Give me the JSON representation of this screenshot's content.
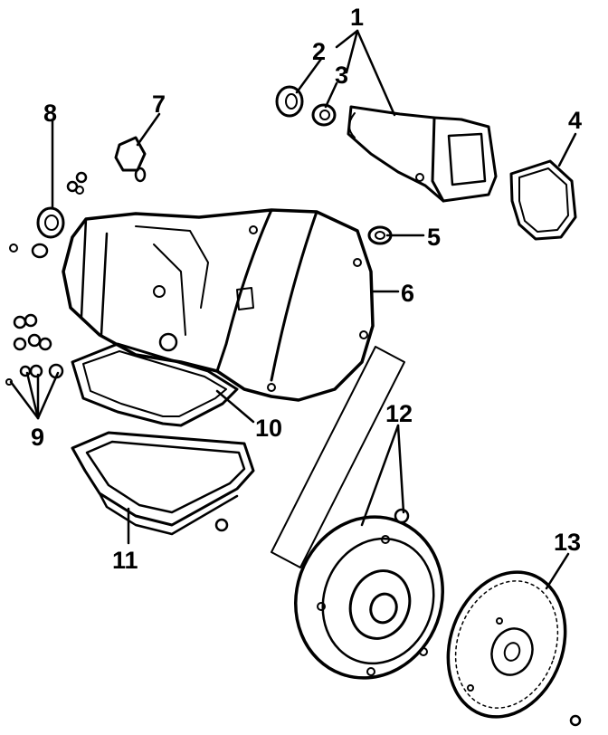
{
  "diagram": {
    "callouts": [
      {
        "id": "1",
        "text": "1"
      },
      {
        "id": "2",
        "text": "2"
      },
      {
        "id": "3",
        "text": "3"
      },
      {
        "id": "4",
        "text": "4"
      },
      {
        "id": "5",
        "text": "5"
      },
      {
        "id": "6",
        "text": "6"
      },
      {
        "id": "7",
        "text": "7"
      },
      {
        "id": "8",
        "text": "8"
      },
      {
        "id": "9",
        "text": "9"
      },
      {
        "id": "10",
        "text": "10"
      },
      {
        "id": "11",
        "text": "11"
      },
      {
        "id": "12",
        "text": "12"
      },
      {
        "id": "13",
        "text": "13"
      }
    ]
  },
  "colors": {
    "ink": "#000000",
    "paper": "#ffffff"
  }
}
